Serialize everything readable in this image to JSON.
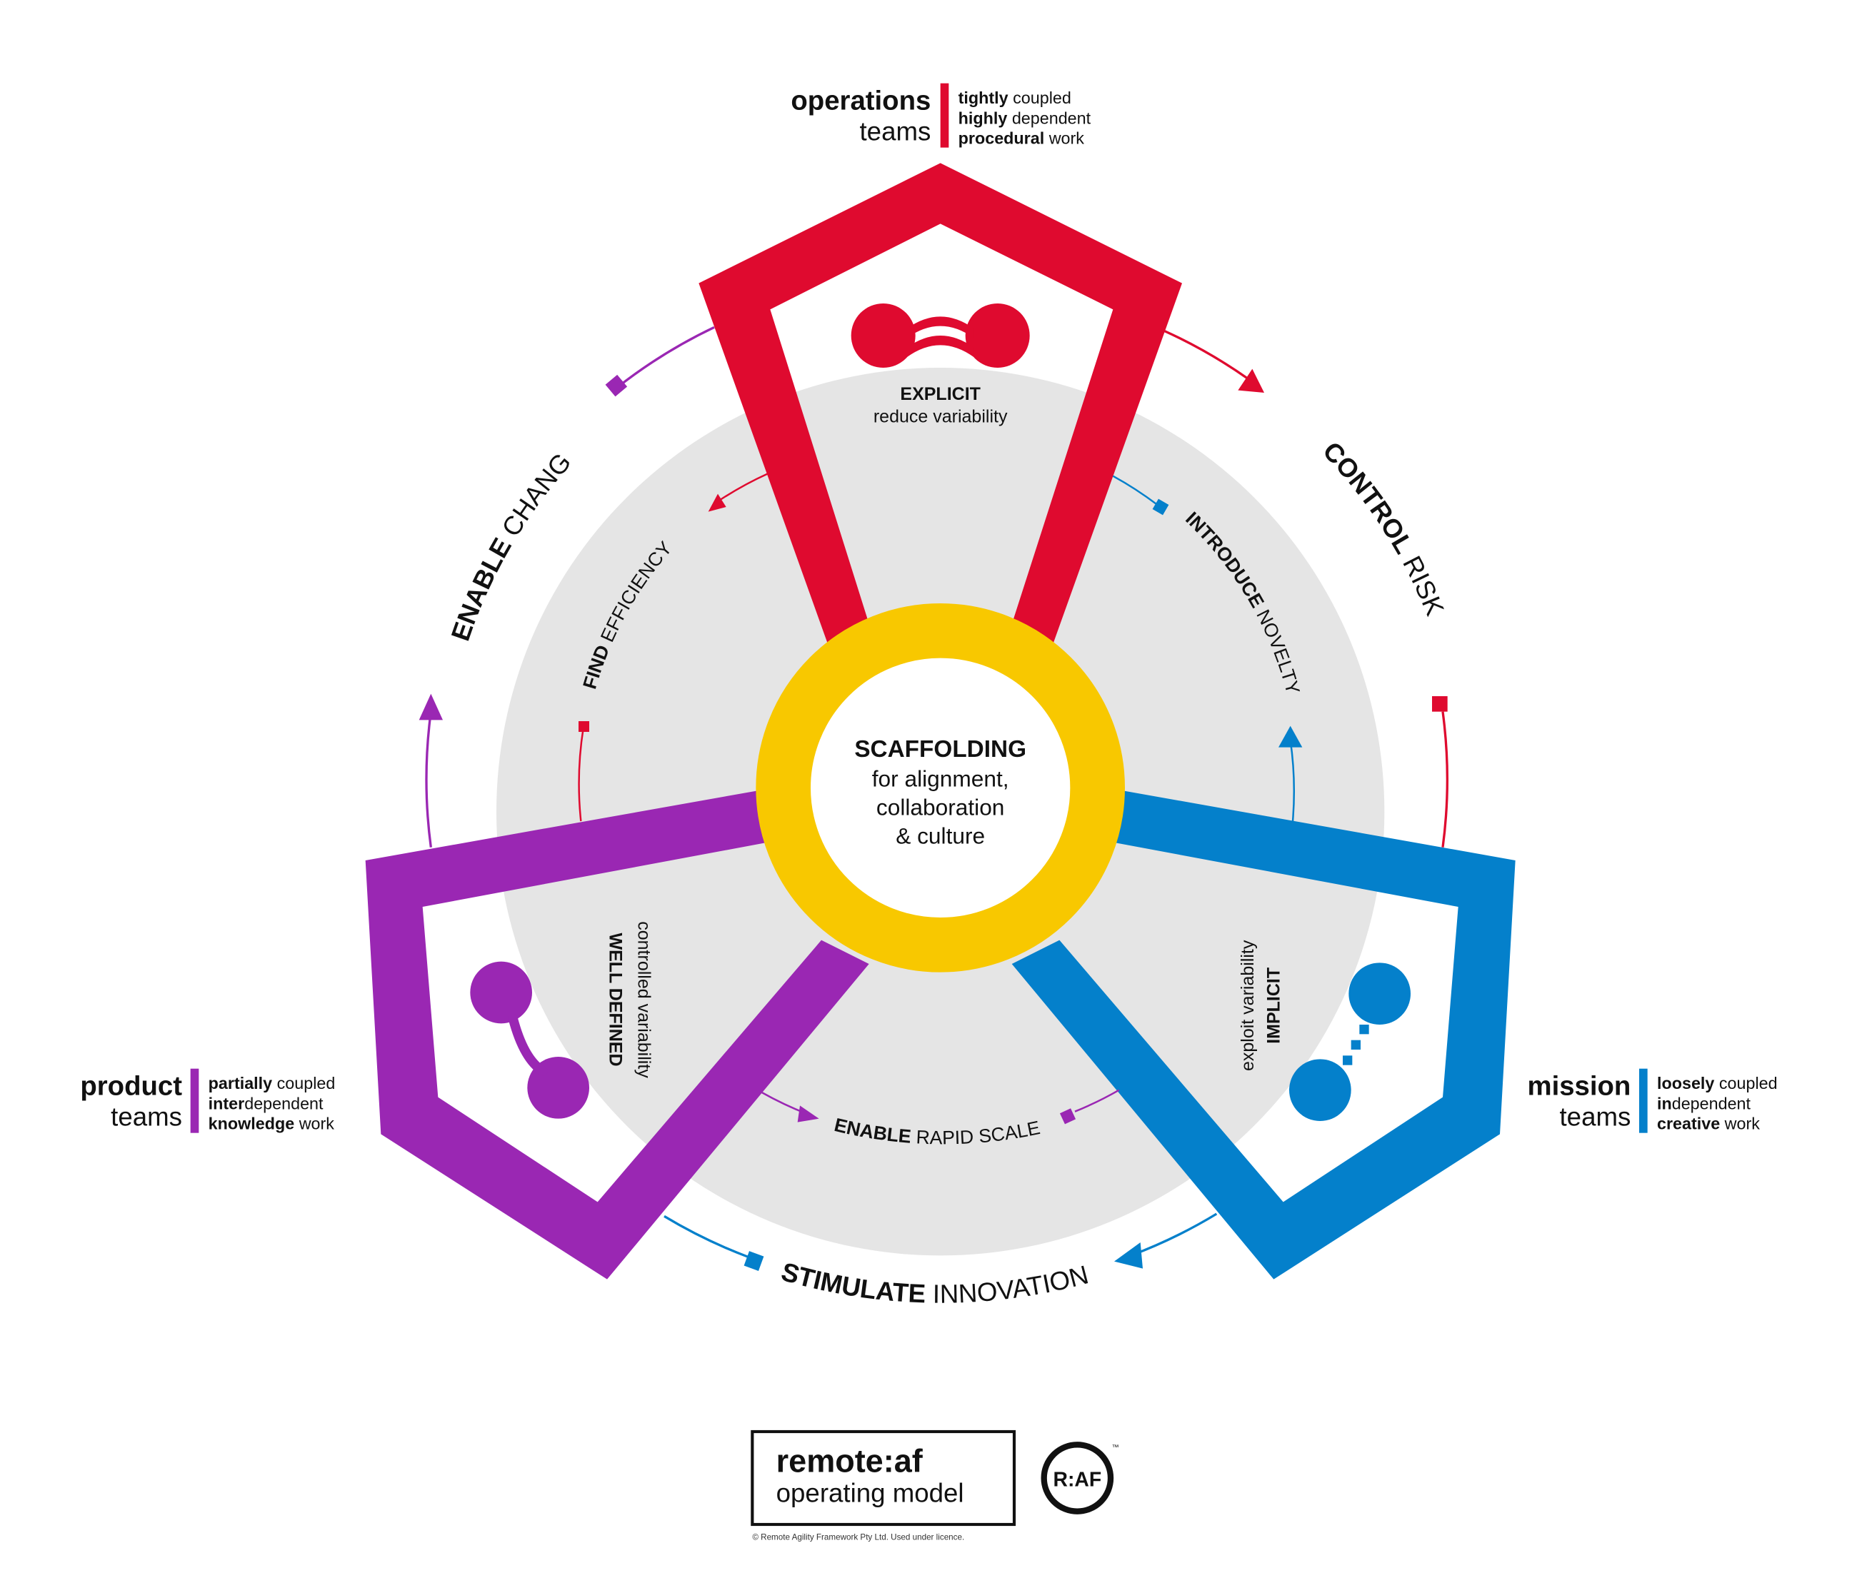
{
  "colors": {
    "operations": "#df0a2f",
    "product": "#9a27b3",
    "mission": "#0480cb",
    "scaffolding": "#f8c800",
    "disc": "#e5e5e5",
    "text": "#111111"
  },
  "center": {
    "title": "SCAFFOLDING",
    "line1": "for alignment,",
    "line2": "collaboration",
    "line3": "& culture"
  },
  "operations": {
    "name": "operations",
    "sub": "teams",
    "attr1_b": "tightly",
    "attr1_r": " coupled",
    "attr2_b": "highly",
    "attr2_r": " dependent",
    "attr3_b": "procedural",
    "attr3_r": " work",
    "style_title": "EXPLICIT",
    "style_sub": "reduce variability",
    "icon": "connected-dumbbell-icon"
  },
  "product": {
    "name": "product",
    "sub": "teams",
    "attr1_b": "partially",
    "attr1_r": " coupled",
    "attr2_b": "inter",
    "attr2_r": "dependent",
    "attr3_b": "knowledge",
    "attr3_r": " work",
    "style_title": "WELL DEFINED",
    "style_sub": "controlled variability",
    "icon": "linked-nodes-icon"
  },
  "mission": {
    "name": "mission",
    "sub": "teams",
    "attr1_b": "loosely",
    "attr1_r": " coupled",
    "attr2_b": "in",
    "attr2_r": "dependent",
    "attr3_b": "creative",
    "attr3_r": " work",
    "style_title": "IMPLICIT",
    "style_sub": "exploit variability",
    "icon": "dotted-link-icon"
  },
  "outer_labels": {
    "enable_change_b": "ENABLE",
    "enable_change_r": " CHANGE",
    "control_risk_b": "CONTROL",
    "control_risk_r": " RISK",
    "stimulate_b": "STIMULATE",
    "stimulate_r": " INNOVATION"
  },
  "inner_labels": {
    "find_b": "FIND",
    "find_r": " EFFICIENCY",
    "introduce_b": "INTRODUCE",
    "introduce_r": " NOVELTY",
    "scale_b": "ENABLE",
    "scale_r": " RAPID SCALE"
  },
  "footer": {
    "brand": "remote:af",
    "subtitle": "operating model",
    "logo_text": "R:AF",
    "tm": "™",
    "copyright": "© Remote Agility Framework Pty Ltd. Used under licence."
  }
}
